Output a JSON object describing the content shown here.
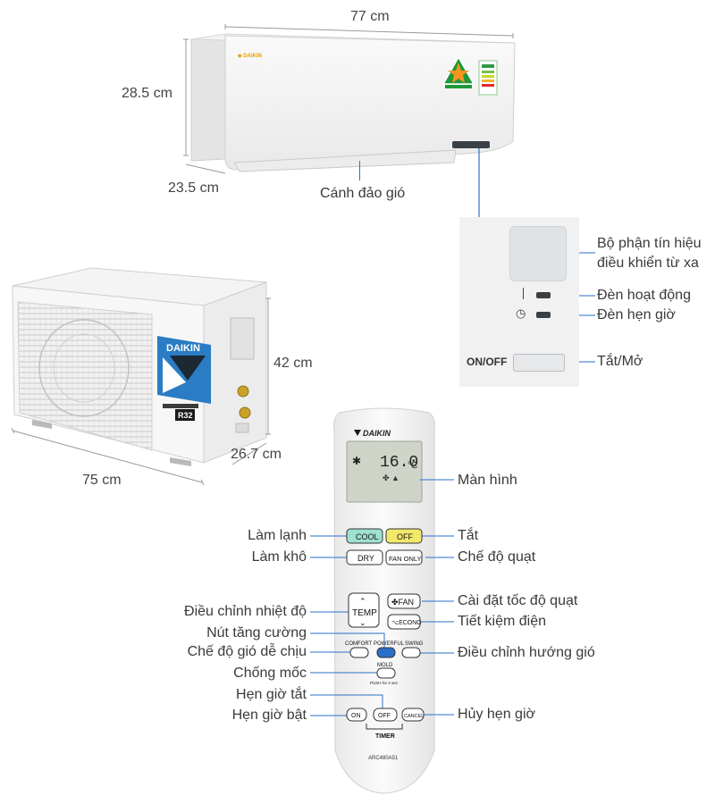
{
  "dimensions": {
    "indoor_width": "77 cm",
    "indoor_height": "28.5 cm",
    "indoor_depth": "23.5 cm",
    "outdoor_height": "42 cm",
    "outdoor_depth": "26.7 cm",
    "outdoor_width": "75 cm"
  },
  "indoor_labels": {
    "louver": "Cánh đảo gió"
  },
  "panel": {
    "onoff_text": "ON/OFF",
    "sensor_label_1": "Bộ phận tín hiệu",
    "sensor_label_2": "điều khiển từ xa",
    "operation_lamp": "Đèn hoạt động",
    "timer_lamp": "Đèn hẹn giờ",
    "onoff_label": "Tắt/Mở"
  },
  "outdoor": {
    "brand": "DAIKIN",
    "model_tag": "R32"
  },
  "remote": {
    "brand": "DAIKIN",
    "display_temp": "16.0",
    "display_unit": "°C",
    "buttons": {
      "cool": "COOL",
      "off": "OFF",
      "dry": "DRY",
      "fan_only": "FAN ONLY",
      "temp": "TEMP",
      "fan": "FAN",
      "econo": "ECONO",
      "comfort": "COMFORT",
      "powerful": "POWERFUL",
      "swing": "SWING",
      "mold": "MOLD",
      "mold_note": "PUSH for 2 sec",
      "timer_on": "ON",
      "timer_off": "OFF",
      "cancel": "CANCEL",
      "timer": "TIMER"
    },
    "model": "ARC480A51"
  },
  "callouts_left": {
    "cool": "Làm lạnh",
    "dry": "Làm khô",
    "temp": "Điều chỉnh nhiệt độ",
    "powerful": "Nút tăng cường",
    "comfort": "Chế độ gió dễ chịu",
    "mold": "Chống mốc",
    "timer_off": "Hẹn giờ tắt",
    "timer_on": "Hẹn giờ bật"
  },
  "callouts_right": {
    "screen": "Màn hình",
    "off": "Tắt",
    "fan_only": "Chế độ quạt",
    "fan_speed": "Cài đặt tốc độ quạt",
    "econo": "Tiết kiệm điện",
    "swing": "Điều chỉnh hướng gió",
    "cancel": "Hủy hẹn giờ"
  },
  "colors": {
    "line_blue": "#2a6fc9",
    "cool_btn": "#9fe0cf",
    "off_btn": "#f3e86a"
  }
}
